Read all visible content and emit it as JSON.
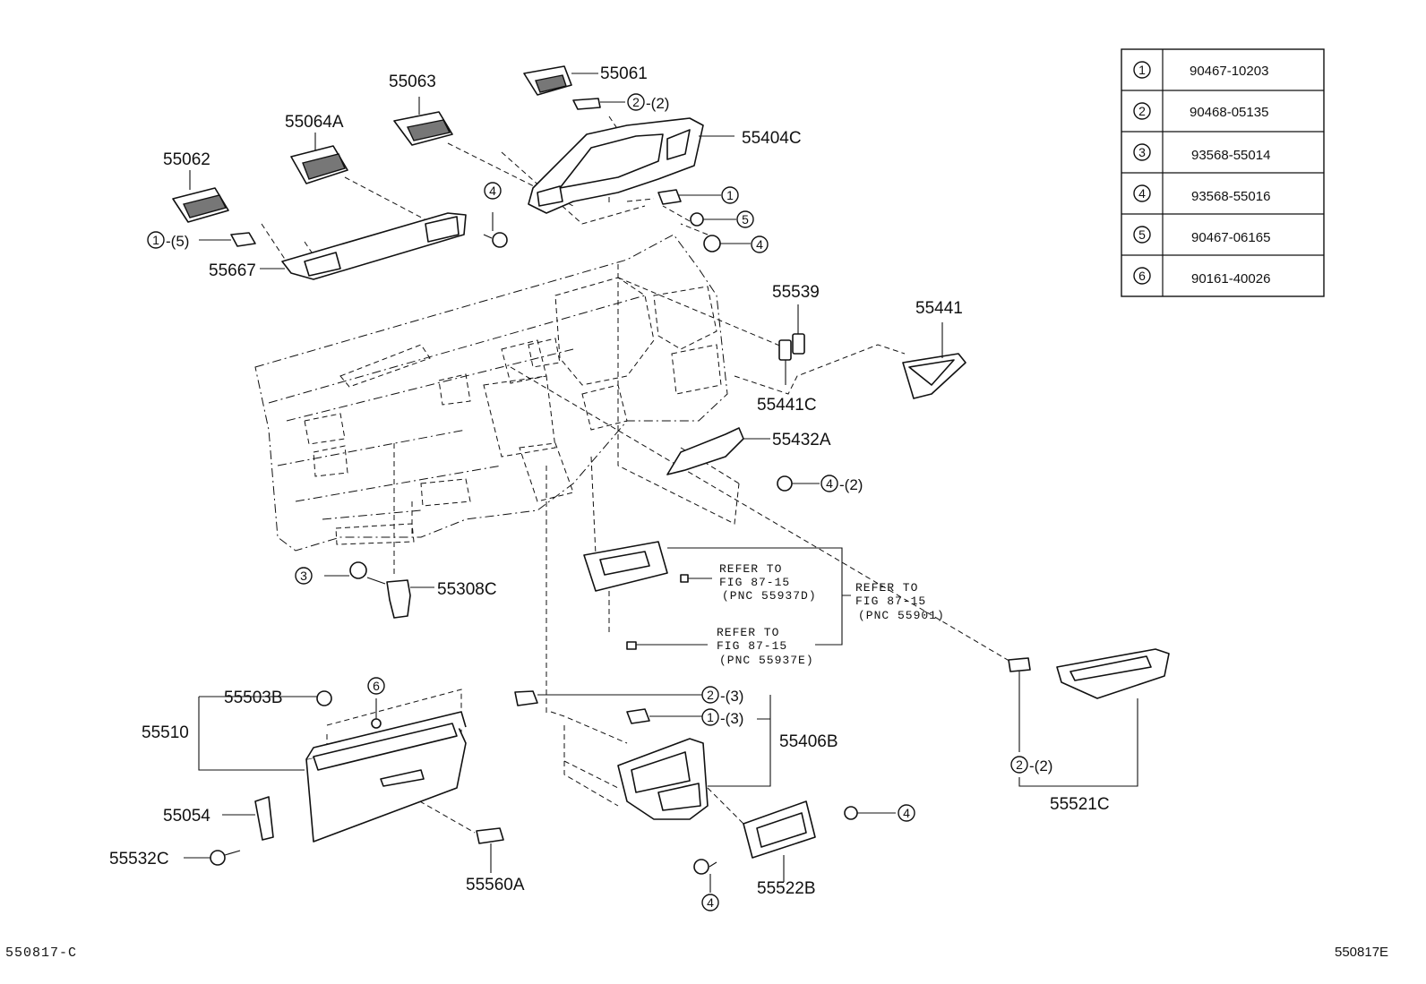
{
  "callouts": {
    "p55061": "55061",
    "p55063": "55063",
    "p55064A": "55064A",
    "p55062": "55062",
    "p55404C": "55404C",
    "p55667": "55667",
    "p55539": "55539",
    "p55441": "55441",
    "p55441C": "55441C",
    "p55432A": "55432A",
    "p55308C": "55308C",
    "p55503B": "55503B",
    "p55510": "55510",
    "p55054": "55054",
    "p55532C": "55532C",
    "p55560A": "55560A",
    "p55406B": "55406B",
    "p55522B": "55522B",
    "p55521C": "55521C"
  },
  "qty": {
    "q2": "-(2)",
    "q5": "-(5)",
    "q3": "-(3)"
  },
  "refs": {
    "r1": [
      "REFER TO",
      "FIG 87-15",
      "(PNC 55937D)"
    ],
    "r2": [
      "REFER TO",
      "FIG 87-15",
      "(PNC 55901)"
    ],
    "r3": [
      "REFER TO",
      "FIG 87-15",
      "(PNC 55937E)"
    ]
  },
  "legend": [
    {
      "num": "1",
      "part": "90467-10203"
    },
    {
      "num": "2",
      "part": "90468-05135"
    },
    {
      "num": "3",
      "part": "93568-55014"
    },
    {
      "num": "4",
      "part": "93568-55016"
    },
    {
      "num": "5",
      "part": "90467-06165"
    },
    {
      "num": "6",
      "part": "90161-40026"
    }
  ],
  "footer": {
    "left": "550817-C",
    "right": "550817E"
  }
}
